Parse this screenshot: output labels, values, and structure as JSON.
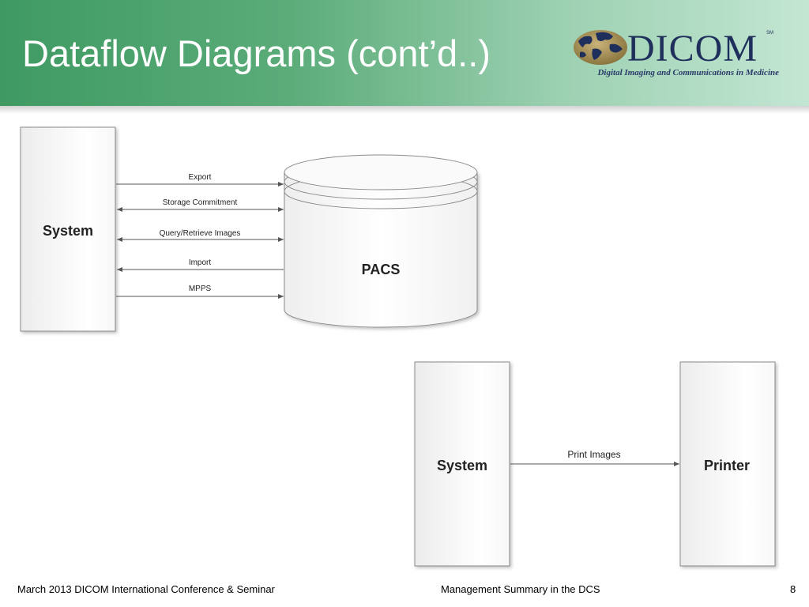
{
  "slide": {
    "title": "Dataflow Diagrams (cont’d..)",
    "logo": {
      "name": "DICOM",
      "mark": "SM",
      "tagline": "Digital Imaging and Communications in Medicine"
    }
  },
  "diagram1": {
    "source_label": "System",
    "target_label": "PACS",
    "flows": [
      {
        "label": "Export",
        "direction": "to-target"
      },
      {
        "label": "Storage Commitment",
        "direction": "bidirectional"
      },
      {
        "label": "Query/Retrieve Images",
        "direction": "bidirectional"
      },
      {
        "label": "Import",
        "direction": "to-source"
      },
      {
        "label": "MPPS",
        "direction": "to-target"
      }
    ]
  },
  "diagram2": {
    "source_label": "System",
    "target_label": "Printer",
    "flow_label": "Print Images"
  },
  "footer": {
    "left": "March 2013 DICOM International Conference & Seminar",
    "center": "Management Summary in the DCS",
    "page": "8"
  },
  "colors": {
    "header_start": "#3f9a62",
    "header_end": "#c3e6d3",
    "logo": "#1f2f5c"
  }
}
